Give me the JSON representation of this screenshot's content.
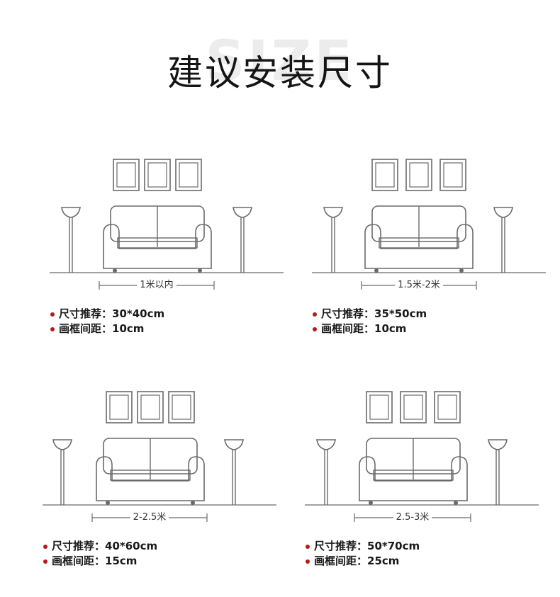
{
  "header": {
    "watermark": "SIZE",
    "title": "建议安装尺寸"
  },
  "colors": {
    "line": "#6a6a6a",
    "bullet": "#b41a1a",
    "text": "#1a1a1a"
  },
  "panels": [
    {
      "width_label": "1米以内",
      "size_label": "尺寸推荐：30*40cm",
      "spacing_label": "画框间距：10cm"
    },
    {
      "width_label": "1.5米-2米",
      "size_label": "尺寸推荐：35*50cm",
      "spacing_label": "画框间距：10cm"
    },
    {
      "width_label": "2-2.5米",
      "size_label": "尺寸推荐：40*60cm",
      "spacing_label": "画框间距：15cm"
    },
    {
      "width_label": "2.5-3米",
      "size_label": "尺寸推荐：50*70cm",
      "spacing_label": "画框间距：25cm"
    }
  ]
}
